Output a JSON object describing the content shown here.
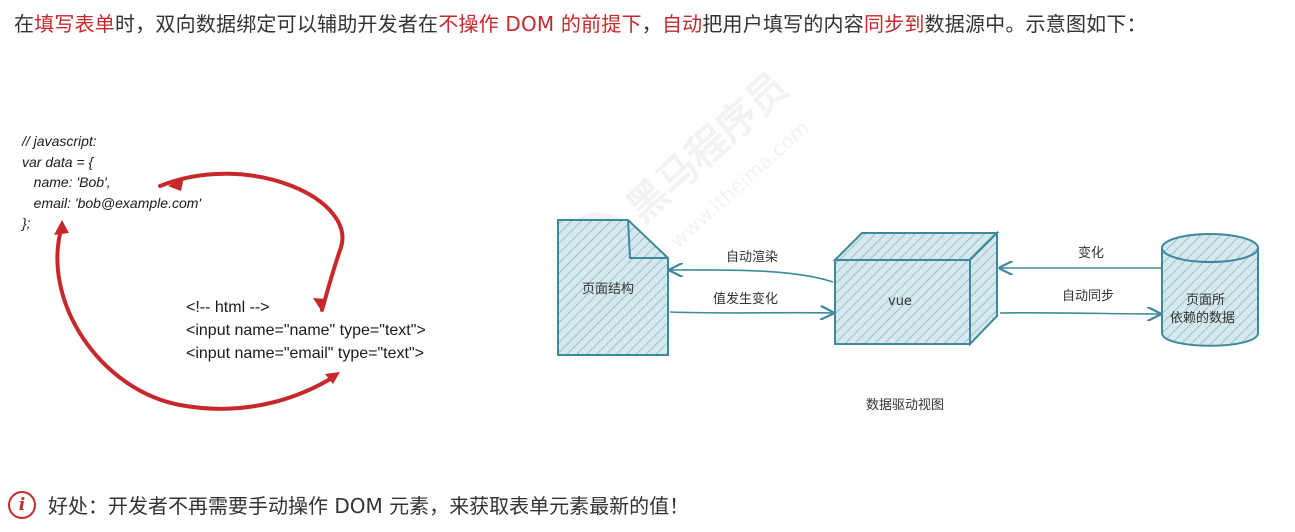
{
  "paragraph": {
    "p1": "在",
    "h1": "填写表单",
    "p2": "时，双向数据绑定可以辅助开发者在",
    "h2": "不操作 DOM 的前提下",
    "p3": "，",
    "h3": "自动",
    "p4": "把用户填写的内容",
    "h4": "同步到",
    "p5": "数据源中。示意图如下："
  },
  "watermark": {
    "brand": "黑马程序员",
    "site": "www.itheima.com"
  },
  "js_code": [
    "// javascript:",
    "var data = {",
    "   name: 'Bob',",
    "   email: 'bob@example.com'",
    "};"
  ],
  "html_code": [
    "<!-- html -->",
    "<input name=\"name\" type=\"text\">",
    "<input name=\"email\" type=\"text\">"
  ],
  "diagram": {
    "page_structure": "页面结构",
    "vue": "vue",
    "data_top": "页面所",
    "data_bottom": "依赖的数据",
    "auto_render": "自动渲染",
    "value_changed": "值发生变化",
    "change": "变化",
    "auto_sync": "自动同步",
    "caption": "数据驱动视图"
  },
  "colors": {
    "highlight": "#c7282b",
    "sketch_blue": "#3d8a9e",
    "sketch_fill": "#cfe3e8"
  },
  "tip": {
    "icon": "info-icon",
    "icon_glyph": "i",
    "text": "好处：开发者不再需要手动操作 DOM 元素，来获取表单元素最新的值！"
  }
}
